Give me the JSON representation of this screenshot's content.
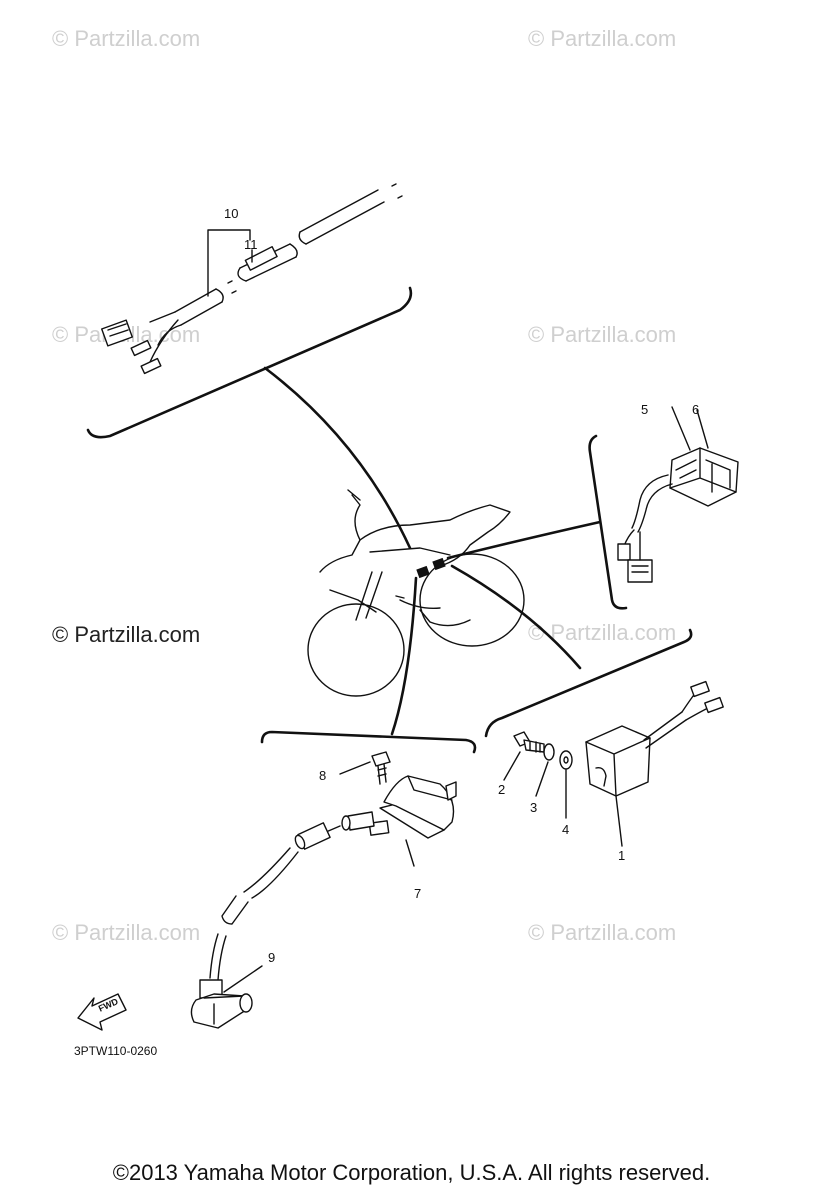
{
  "watermark": "© Partzilla.com",
  "watermark_main": "© Partzilla.com",
  "callouts": {
    "c1": "1",
    "c2": "2",
    "c3": "3",
    "c4": "4",
    "c5": "5",
    "c6": "6",
    "c7": "7",
    "c8": "8",
    "c9": "9",
    "c10": "10",
    "c11": "11"
  },
  "diagram_code": "3PTW110-0260",
  "fwd_label": "FWD",
  "copyright": "©2013 Yamaha Motor Corporation, U.S.A. All rights reserved."
}
